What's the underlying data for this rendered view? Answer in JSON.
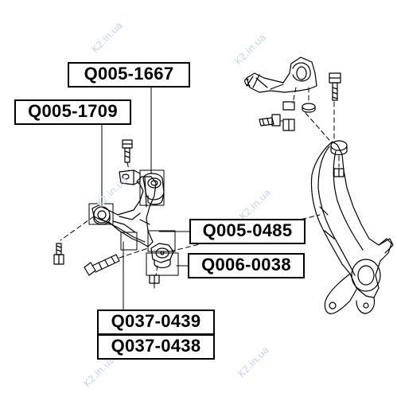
{
  "labels": {
    "q005_1667": "Q005-1667",
    "q005_1709": "Q005-1709",
    "q005_0485": "Q005-0485",
    "q006_0038": "Q006-0038",
    "q037_0439": "Q037-0439",
    "q037_0438": "Q037-0438"
  },
  "watermark": "K2.in.ua",
  "colors": {
    "line": "#000000",
    "fill": "#ffffff",
    "watermark": "#c9d3e6"
  }
}
